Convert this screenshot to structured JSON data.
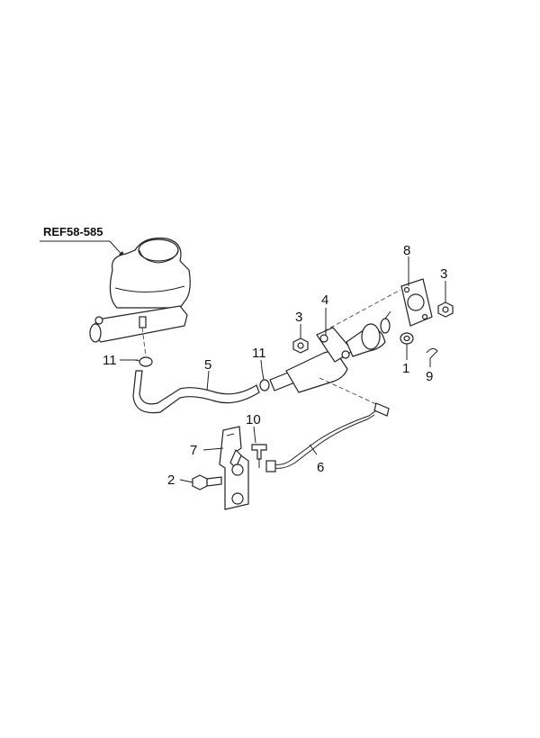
{
  "diagram": {
    "reference_label": "REF58-585",
    "callouts": [
      {
        "id": "c8",
        "text": "8"
      },
      {
        "id": "c3a",
        "text": "3"
      },
      {
        "id": "c4",
        "text": "4"
      },
      {
        "id": "c3b",
        "text": "3"
      },
      {
        "id": "c11a",
        "text": "11"
      },
      {
        "id": "c5",
        "text": "5"
      },
      {
        "id": "c11b",
        "text": "11"
      },
      {
        "id": "c1",
        "text": "1"
      },
      {
        "id": "c9",
        "text": "9"
      },
      {
        "id": "c10",
        "text": "10"
      },
      {
        "id": "c7",
        "text": "7"
      },
      {
        "id": "c6",
        "text": "6"
      },
      {
        "id": "c2",
        "text": "2"
      }
    ]
  }
}
